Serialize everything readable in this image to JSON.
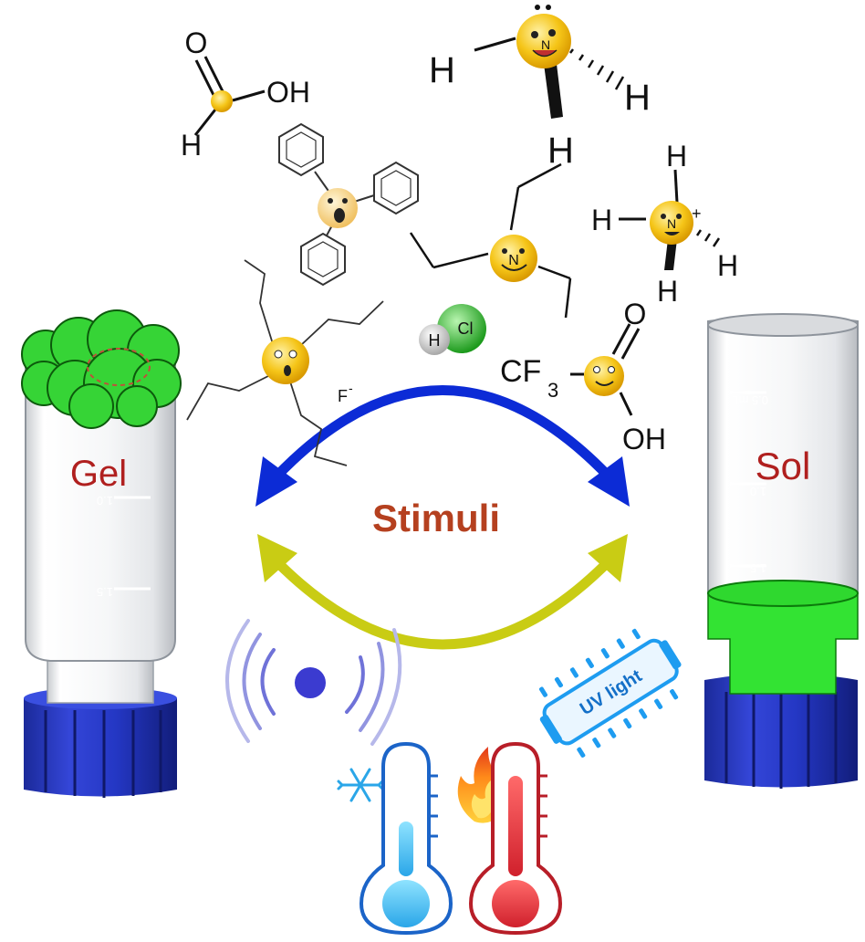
{
  "center": {
    "label": "Stimuli",
    "color": "#b5401f"
  },
  "vials": {
    "left": {
      "label": "Gel",
      "label_color": "#b0201f",
      "scale": [
        "1.0",
        "1.5"
      ],
      "content_color": "#32d132"
    },
    "right": {
      "label": "Sol",
      "label_color": "#b0201f",
      "scale": [
        "0.5 mL",
        "1.0",
        "1.5"
      ],
      "content_color": "#33e333"
    }
  },
  "arrows": {
    "top_color": "#0c2bd6",
    "bottom_color": "#c9cc14"
  },
  "molecules": {
    "formic_acid": {
      "o": "O",
      "oh": "OH",
      "h": "H"
    },
    "ammonia": {
      "h1": "H",
      "h2": "H",
      "h3": "H",
      "n": "N"
    },
    "ammonium": {
      "h1": "H",
      "h2": "H",
      "h3": "H",
      "h4": "H",
      "n": "N",
      "charge": "+"
    },
    "triethylamine": {
      "n": "N"
    },
    "tbaf": {
      "anion": "F",
      "anion_charge": "-"
    },
    "hcl": {
      "h": "H",
      "cl": "Cl"
    },
    "tfa": {
      "cf": "CF",
      "sub": "3",
      "o": "O",
      "oh": "OH"
    }
  },
  "stimuli_icons": [
    "sound-waves-icon",
    "snowflake-icon",
    "cold-thermometer-icon",
    "flame-icon",
    "hot-thermometer-icon",
    "uv-lamp-icon"
  ],
  "uv_lamp": {
    "label": "UV light",
    "color": "#1e9cf0"
  }
}
